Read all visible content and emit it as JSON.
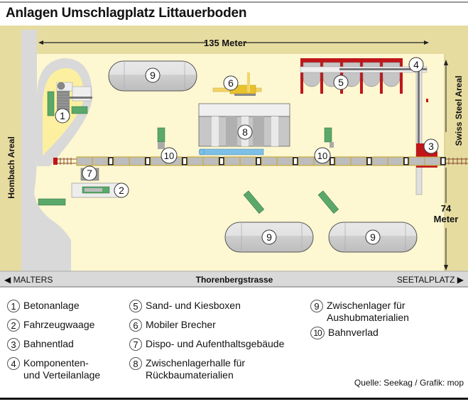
{
  "title": "Anlagen Umschlagplatz Littauerboden",
  "map": {
    "dimension_width": "135 Meter",
    "dimension_height_line1": "74",
    "dimension_height_line2": "Meter",
    "left_label": "Hombach Areal",
    "right_label": "Swiss Steel Areal",
    "street": "Thorenbergstrasse",
    "street_left": "◀ MALTERS",
    "street_right": "SEETALPLATZ ▶",
    "markers": [
      "1",
      "2",
      "3",
      "4",
      "5",
      "6",
      "7",
      "8",
      "9",
      "9",
      "9",
      "10",
      "10"
    ],
    "colors": {
      "field": "#fdf7d2",
      "border_area": "#e6dca0",
      "road": "#d9d9d9",
      "red": "#c0161a",
      "green": "#5aa86a",
      "yellow": "#e8c22c",
      "blue": "#7dbfe6"
    }
  },
  "legend": [
    {
      "num": "1",
      "label": "Betonanlage"
    },
    {
      "num": "2",
      "label": "Fahrzeugwaage"
    },
    {
      "num": "3",
      "label": "Bahnentlad"
    },
    {
      "num": "4",
      "label": "Komponenten-\nund Verteilanlage"
    },
    {
      "num": "5",
      "label": "Sand- und Kiesboxen"
    },
    {
      "num": "6",
      "label": "Mobiler Brecher"
    },
    {
      "num": "7",
      "label": "Dispo- und Aufenthaltsgebäude"
    },
    {
      "num": "8",
      "label": "Zwischenlagerhalle für\nRückbaumaterialien"
    },
    {
      "num": "9",
      "label": "Zwischenlager für\nAushubmaterialien"
    },
    {
      "num": "10",
      "label": "Bahnverlad"
    }
  ],
  "source": "Quelle: Seekag / Grafik: mop"
}
